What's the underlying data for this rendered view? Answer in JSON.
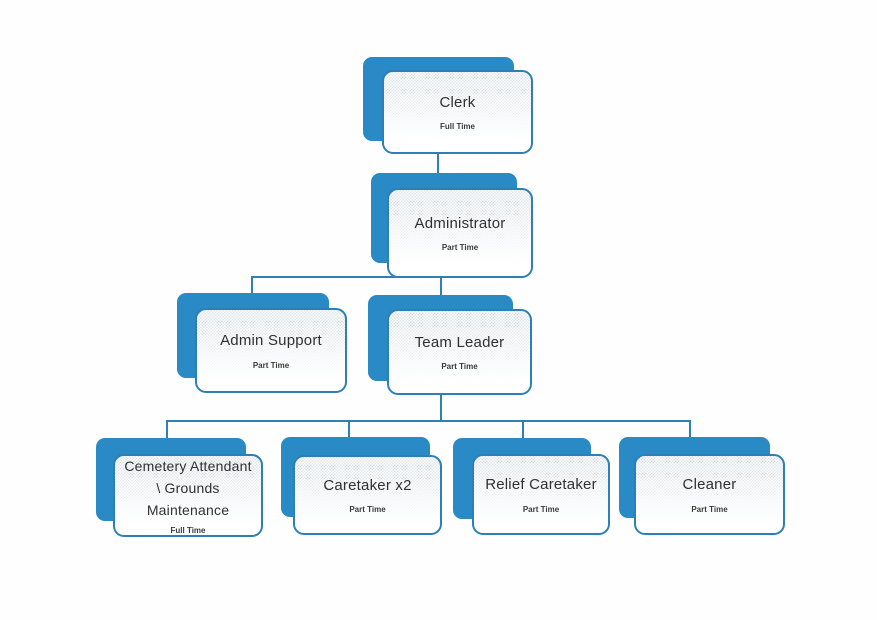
{
  "org": {
    "nodes": [
      {
        "id": "clerk",
        "title": "Clerk",
        "subtitle": "Full Time",
        "parent": null
      },
      {
        "id": "administrator",
        "title": "Administrator",
        "subtitle": "Part Time",
        "parent": "clerk"
      },
      {
        "id": "admin-support",
        "title": "Admin Support",
        "subtitle": "Part Time",
        "parent": "administrator"
      },
      {
        "id": "team-leader",
        "title": "Team Leader",
        "subtitle": "Part Time",
        "parent": "administrator"
      },
      {
        "id": "cemetery-attendant",
        "title": "Cemetery Attendant \\ Grounds Maintenance",
        "subtitle": "Full Time",
        "parent": "team-leader"
      },
      {
        "id": "caretaker-x2",
        "title": "Caretaker x2",
        "subtitle": "Part Time",
        "parent": "team-leader"
      },
      {
        "id": "relief-caretaker",
        "title": "Relief Caretaker",
        "subtitle": "Part Time",
        "parent": "team-leader"
      },
      {
        "id": "cleaner",
        "title": "Cleaner",
        "subtitle": "Part Time",
        "parent": "team-leader"
      }
    ],
    "colors": {
      "node_fill": "#2a8ac6",
      "node_border": "#2d7fb8",
      "connector": "#2d7fb8",
      "title_text": "#303030",
      "subtitle_text": "#3a3a3a"
    }
  }
}
